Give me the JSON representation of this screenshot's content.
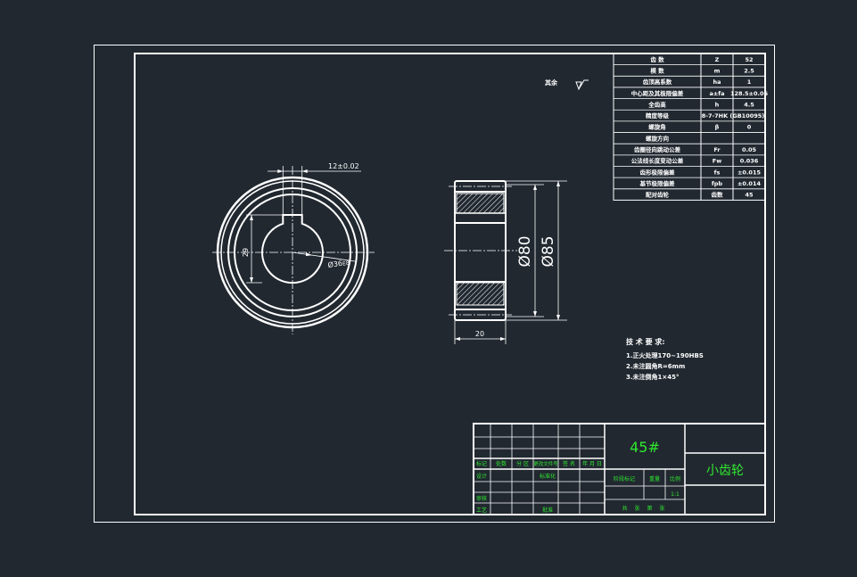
{
  "params_table": {
    "rows": [
      {
        "name": "齿 数",
        "symbol": "Z",
        "value": "52"
      },
      {
        "name": "模 数",
        "symbol": "m",
        "value": "2.5"
      },
      {
        "name": "齿顶高系数",
        "symbol": "ha",
        "value": "1"
      },
      {
        "name": "中心距及其极限偏差",
        "symbol": "a±fa",
        "value": "128.5±0.06"
      },
      {
        "name": "全齿高",
        "symbol": "h",
        "value": "4.5"
      },
      {
        "name": "精度等级",
        "symbol": "8-7-7HK (GB10095)",
        "value": ""
      },
      {
        "name": "螺旋角",
        "symbol": "β",
        "value": "0"
      },
      {
        "name": "螺旋方向",
        "symbol": "",
        "value": ""
      },
      {
        "name": "齿圈径向跳动公差",
        "symbol": "Fr",
        "value": "0.05"
      },
      {
        "name": "公法线长度变动公差",
        "symbol": "Fw",
        "value": "0.036"
      },
      {
        "name": "齿形极限偏差",
        "symbol": "fs",
        "value": "±0.015"
      },
      {
        "name": "基节极限偏差",
        "symbol": "fpb",
        "value": "±0.014"
      },
      {
        "name": "配对齿轮",
        "symbol": "齿数",
        "value": "45"
      }
    ]
  },
  "dimensions": {
    "keyway_width": "12±0.02",
    "keyway_depth": "29",
    "bore": "Ø36",
    "bore_suffix": "E8",
    "hub_diameter": "Ø80",
    "tip_diameter": "Ø85",
    "face_width": "20"
  },
  "surface_finish": {
    "label": "其余"
  },
  "tech_requirements": {
    "title": "技 术 要 求:",
    "items": [
      "1.正火处理170~190HBS",
      "2.未注圆角R=6mm",
      "3.未注倒角1×45°"
    ]
  },
  "title_block": {
    "material": "45#",
    "part_name": "小齿轮",
    "row_labels": [
      "标记",
      "处数",
      "分 区",
      "更改文件号",
      "签 名",
      "年 月 日"
    ],
    "design_label": "设计",
    "standard_label": "标准化",
    "stage_label": "阶段标记",
    "weight_label": "重量",
    "scale_label": "比例",
    "scale_value": "1:1",
    "check_label": "审核",
    "process_label": "工艺",
    "approve_label": "批准",
    "sheet_label": "共 张 第 张"
  },
  "colors": {
    "background": "#212830",
    "lines": "#ffffff",
    "title_text": "#2fe82f"
  }
}
